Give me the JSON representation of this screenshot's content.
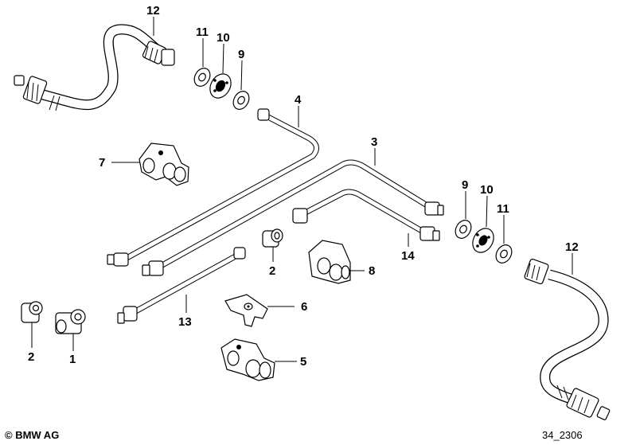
{
  "diagram": {
    "callouts": [
      {
        "id": "c12a",
        "text": "12"
      },
      {
        "id": "c11a",
        "text": "11"
      },
      {
        "id": "c10a",
        "text": "10"
      },
      {
        "id": "c9a",
        "text": "9"
      },
      {
        "id": "c4",
        "text": "4"
      },
      {
        "id": "c7",
        "text": "7"
      },
      {
        "id": "c3",
        "text": "3"
      },
      {
        "id": "c9b",
        "text": "9"
      },
      {
        "id": "c10b",
        "text": "10"
      },
      {
        "id": "c11b",
        "text": "11"
      },
      {
        "id": "c12b",
        "text": "12"
      },
      {
        "id": "c14",
        "text": "14"
      },
      {
        "id": "c8",
        "text": "8"
      },
      {
        "id": "c2a",
        "text": "2"
      },
      {
        "id": "c6",
        "text": "6"
      },
      {
        "id": "c13",
        "text": "13"
      },
      {
        "id": "c5",
        "text": "5"
      },
      {
        "id": "c2b",
        "text": "2"
      },
      {
        "id": "c1",
        "text": "1"
      }
    ]
  },
  "footer": {
    "copyright": "© BMW AG",
    "drawing_number": "34_2306"
  }
}
